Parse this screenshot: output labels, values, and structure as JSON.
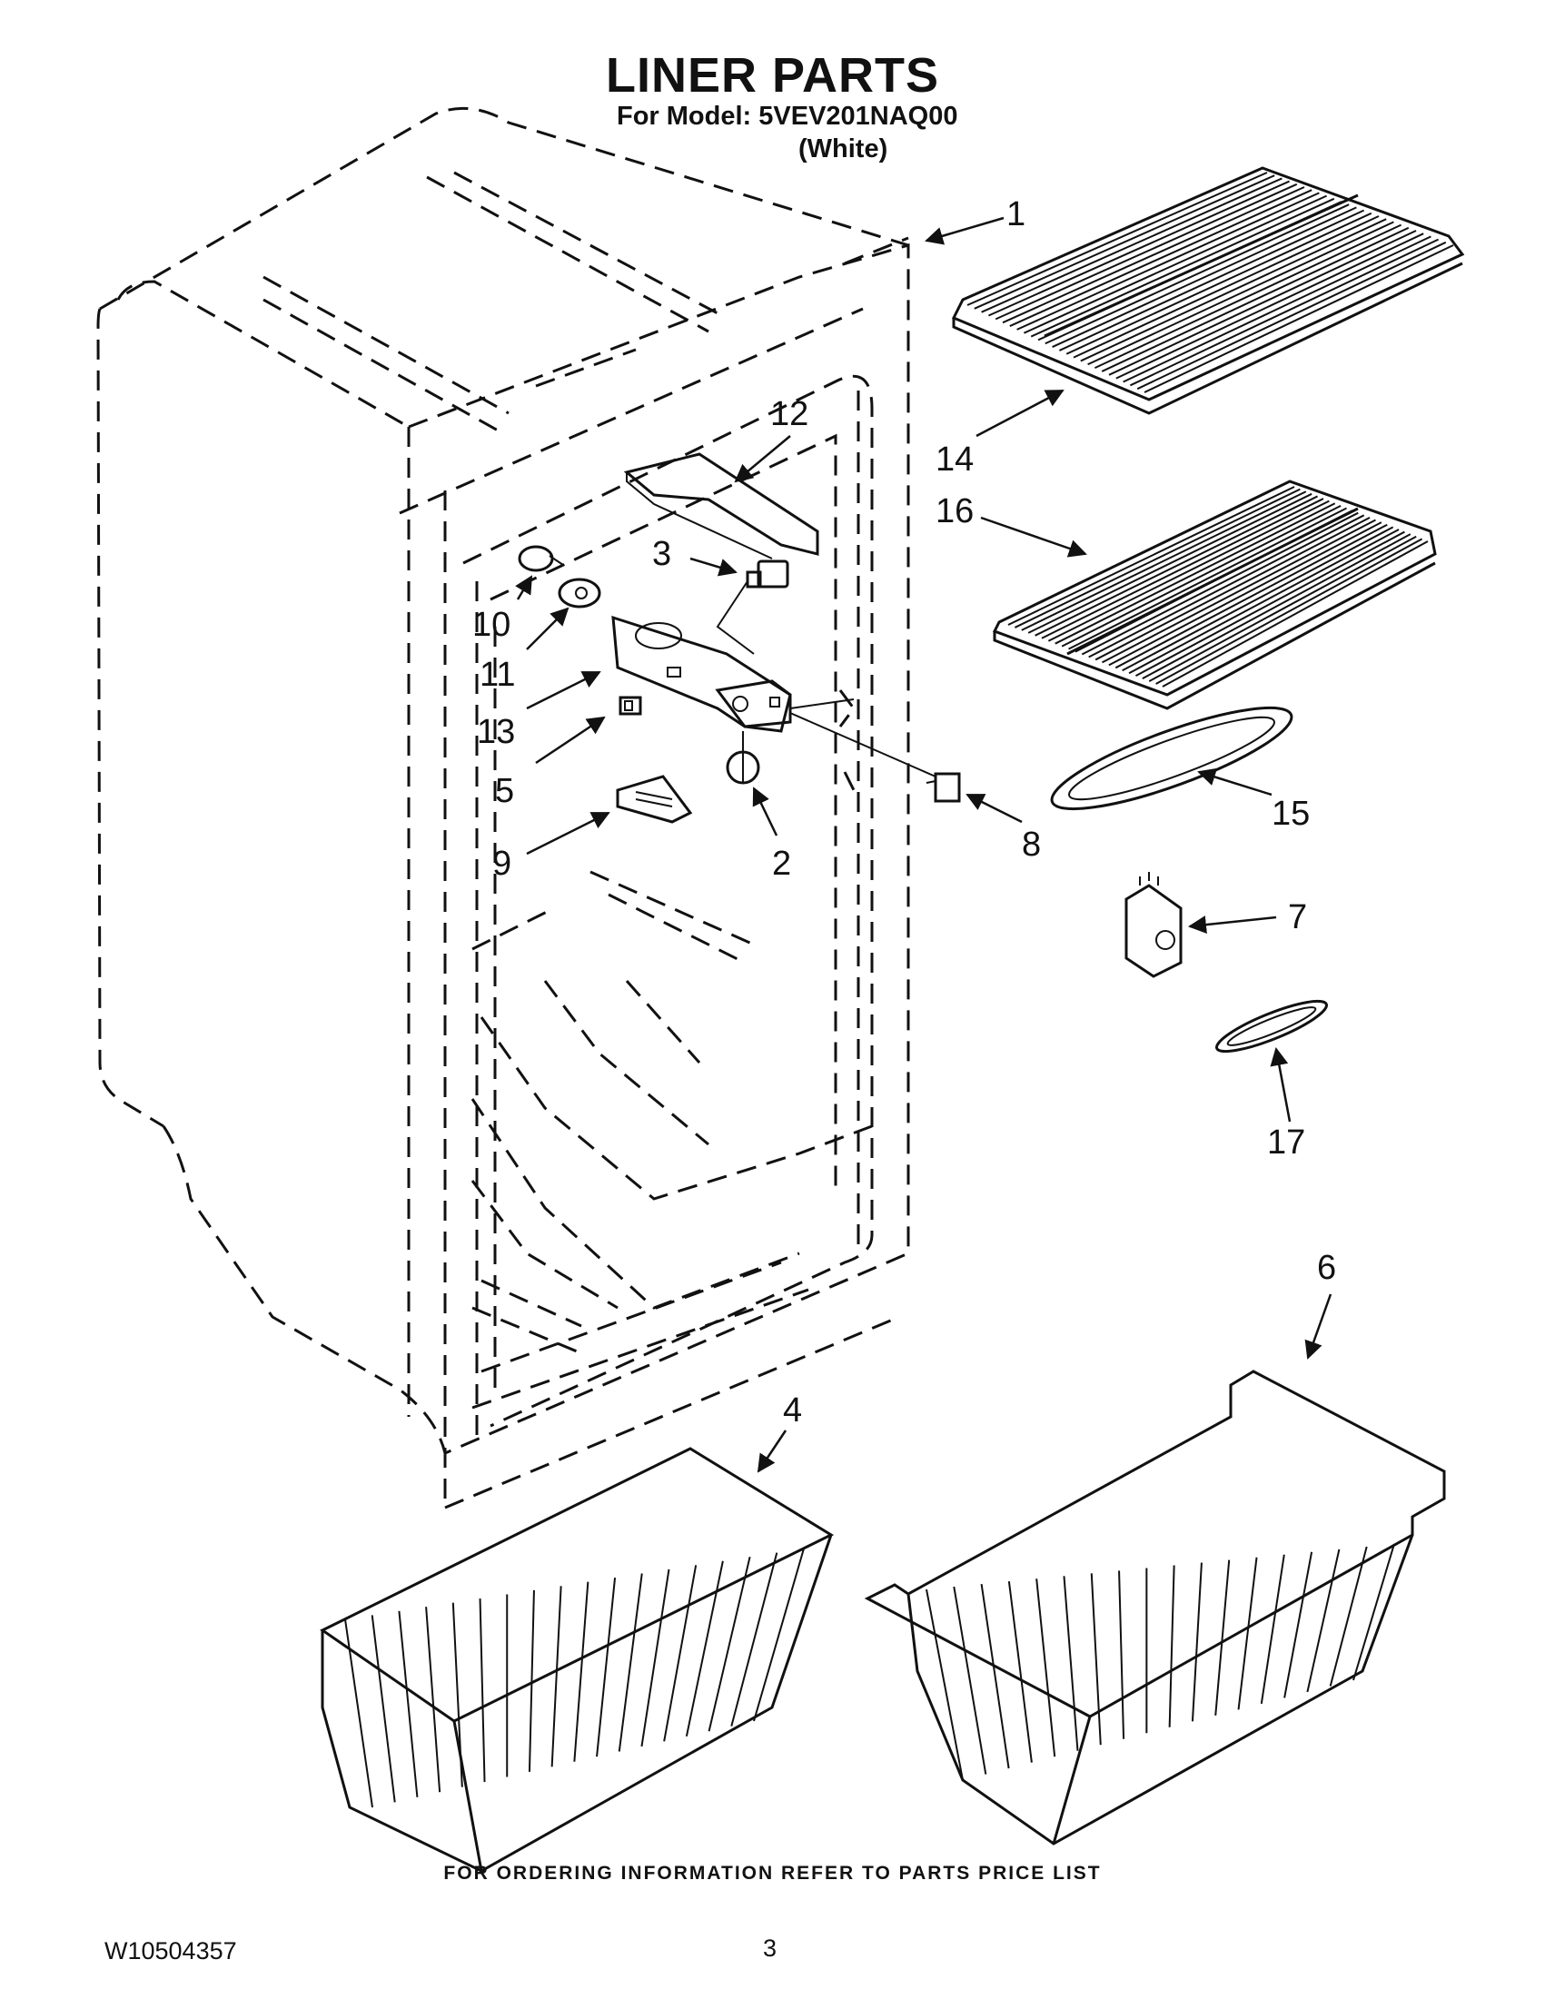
{
  "header": {
    "title": "LINER PARTS",
    "model_line": "For Model: 5VEV201NAQ00",
    "variant": "(White)"
  },
  "callouts": [
    "1",
    "2",
    "3",
    "4",
    "5",
    "6",
    "7",
    "8",
    "9",
    "10",
    "11",
    "12",
    "13",
    "14",
    "15",
    "16",
    "17"
  ],
  "footer": {
    "ordering_note": "FOR ORDERING INFORMATION REFER TO PARTS PRICE LIST",
    "document_number": "W10504357",
    "page_number": "3"
  }
}
